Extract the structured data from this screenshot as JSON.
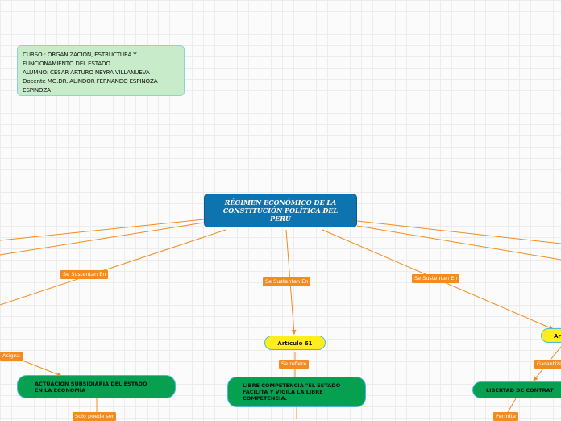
{
  "info_box": {
    "lines": [
      "CURSO : ORGANIZACIÓN, ESTRUCTURA Y",
      "FUNCIONAMIENTO DEL ESTADO",
      "ALUMNO: CESAR ARTURO NEYRA VILLANUEVA",
      "Docente MG.DR.  ALINDOR FERNANDO ESPINOZA",
      "ESPINOZA"
    ]
  },
  "central_topic": {
    "line1": "RÉGIMEN ECONÓMICO DE LA",
    "line2": "CONSTITUCIÓN POLÍTICA DEL",
    "line3": "PERÚ"
  },
  "labels": {
    "se_sustentan_left": "Se Sustentan En",
    "se_sustentan_center": "Se Sustentan En",
    "se_sustentan_right": "Se Sustentan En",
    "asigna": "Asigna",
    "se_refiere": "Se refiere",
    "garantiza": "Garantiza",
    "solo_puede_ser": "Solo puede ser",
    "permite": "Permite"
  },
  "topics": {
    "articulo_61": "Artículo 61",
    "articulo_right": "Ar",
    "actuacion_line1": "ACTUACIÓN SUBSIDIARIA DEL ESTADO",
    "actuacion_line2": "EN LA ECONOMÍA",
    "libre_line1": "LIBRE COMPETENCIA \"EL ESTADO",
    "libre_line2": "FACILITA Y VIGILA LA LIBRE",
    "libre_line3": "COMPETENCIA.",
    "libertad_contrat": "LIBERTAD DE CONTRAT"
  },
  "colors": {
    "central_fill": "#0e74b0",
    "connector": "#f28c1e",
    "subtopic_fill": "#ffee1c",
    "detail_fill": "#06a050",
    "info_fill": "#c8ecc9"
  }
}
